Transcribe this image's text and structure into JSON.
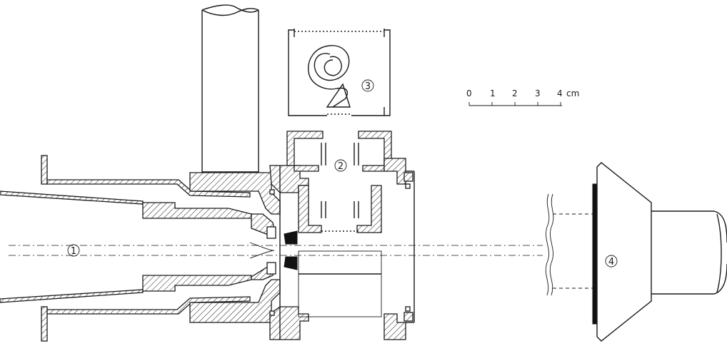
{
  "labels": {
    "tube": "1",
    "chamber": "2",
    "source": "3",
    "detector": "4"
  },
  "scale": {
    "ticks": [
      "0",
      "1",
      "2",
      "3",
      "4"
    ],
    "unit": "cm"
  },
  "colors": {
    "ink": "#1a1a1a",
    "background": "#ffffff"
  }
}
